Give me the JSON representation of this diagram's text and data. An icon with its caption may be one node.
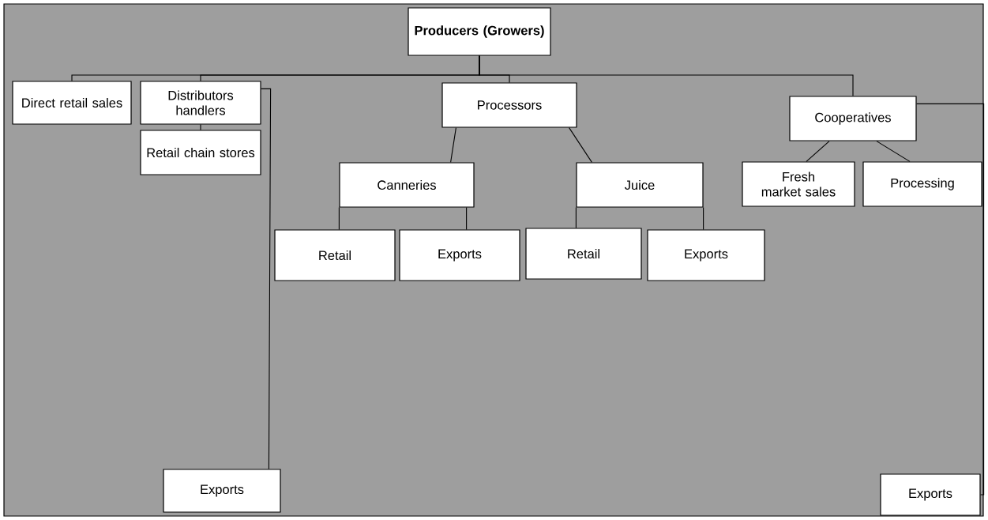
{
  "diagram": {
    "nodes": [
      {
        "text": [
          "Producers (Growers)"
        ]
      },
      {
        "text": [
          "Direct retail sales"
        ]
      },
      {
        "text": [
          "Distributors handlers"
        ]
      },
      {
        "text": [
          "Retail chain stores"
        ]
      },
      {
        "text": [
          "Processors"
        ]
      },
      {
        "text": [
          "Canneries"
        ]
      },
      {
        "text": [
          "Juice"
        ]
      },
      {
        "text": [
          "Retail"
        ]
      },
      {
        "text": [
          "Exports"
        ]
      },
      {
        "text": [
          "Retail"
        ]
      },
      {
        "text": [
          "Exports"
        ]
      },
      {
        "text": [
          "Cooperatives"
        ]
      },
      {
        "text": [
          "Fresh market sales"
        ]
      },
      {
        "text": [
          "Processing"
        ]
      },
      {
        "text": [
          "Exports"
        ]
      },
      {
        "text": [
          "Exports"
        ]
      }
    ],
    "edges": [
      {
        "from": 0,
        "to": 1,
        "arrow": "none"
      },
      {
        "from": 0,
        "to": 2,
        "arrow": "none"
      },
      {
        "from": 0,
        "to": 4,
        "arrow": "none"
      },
      {
        "from": 0,
        "to": 11,
        "arrow": "none"
      },
      {
        "from": 2,
        "to": 3,
        "arrow": "none"
      },
      {
        "from": 2,
        "to": 14,
        "arrow": "none"
      },
      {
        "from": 4,
        "to": 5,
        "arrow": "none"
      },
      {
        "from": 4,
        "to": 6,
        "arrow": "none"
      },
      {
        "from": 5,
        "to": 7,
        "arrow": "none"
      },
      {
        "from": 5,
        "to": 8,
        "arrow": "none"
      },
      {
        "from": 6,
        "to": 9,
        "arrow": "none"
      },
      {
        "from": 6,
        "to": 10,
        "arrow": "none"
      },
      {
        "from": 11,
        "to": 12,
        "arrow": "none"
      },
      {
        "from": 11,
        "to": 13,
        "arrow": "none"
      },
      {
        "from": 11,
        "to": 15,
        "arrow": "none"
      }
    ]
  }
}
